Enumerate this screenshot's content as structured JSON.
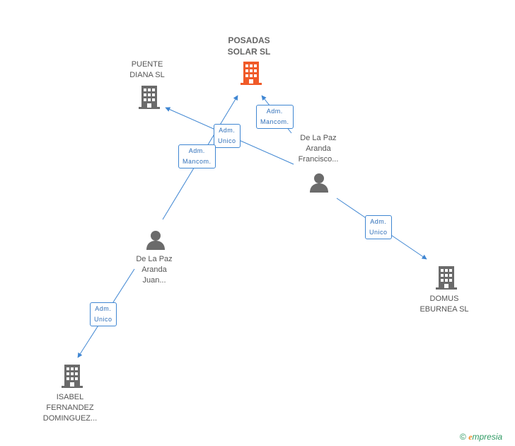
{
  "colors": {
    "main_company": "#f05a28",
    "company": "#6b6b6b",
    "person": "#6b6b6b",
    "edge": "#3f86d2"
  },
  "nodes": {
    "posadas": {
      "lines": [
        "POSADAS",
        "SOLAR SL"
      ],
      "icon": "building-icon"
    },
    "puente": {
      "lines": [
        "PUENTE",
        "DIANA SL"
      ],
      "icon": "building-icon"
    },
    "francisco": {
      "lines": [
        "De La Paz",
        "Aranda",
        "Francisco..."
      ],
      "icon": "person-icon"
    },
    "juan": {
      "lines": [
        "De La Paz",
        "Aranda",
        "Juan..."
      ],
      "icon": "person-icon"
    },
    "domus": {
      "lines": [
        "DOMUS",
        "EBURNEA SL"
      ],
      "icon": "building-icon"
    },
    "isabel": {
      "lines": [
        "ISABEL",
        "FERNANDEZ",
        "DOMINGUEZ..."
      ],
      "icon": "building-icon"
    }
  },
  "edges": [
    {
      "from": "francisco",
      "to": "posadas",
      "label": [
        "Adm.",
        "Mancom."
      ]
    },
    {
      "from": "francisco",
      "to": "puente",
      "label": [
        "Adm.",
        "Unico"
      ]
    },
    {
      "from": "juan",
      "to": "posadas",
      "label": [
        "Adm.",
        "Mancom."
      ]
    },
    {
      "from": "francisco",
      "to": "domus",
      "label": [
        "Adm.",
        "Unico"
      ]
    },
    {
      "from": "juan",
      "to": "isabel",
      "label": [
        "Adm.",
        "Unico"
      ]
    }
  ],
  "footer": {
    "copyright": "©",
    "brand_initial": "e",
    "brand_rest": "mpresia"
  }
}
